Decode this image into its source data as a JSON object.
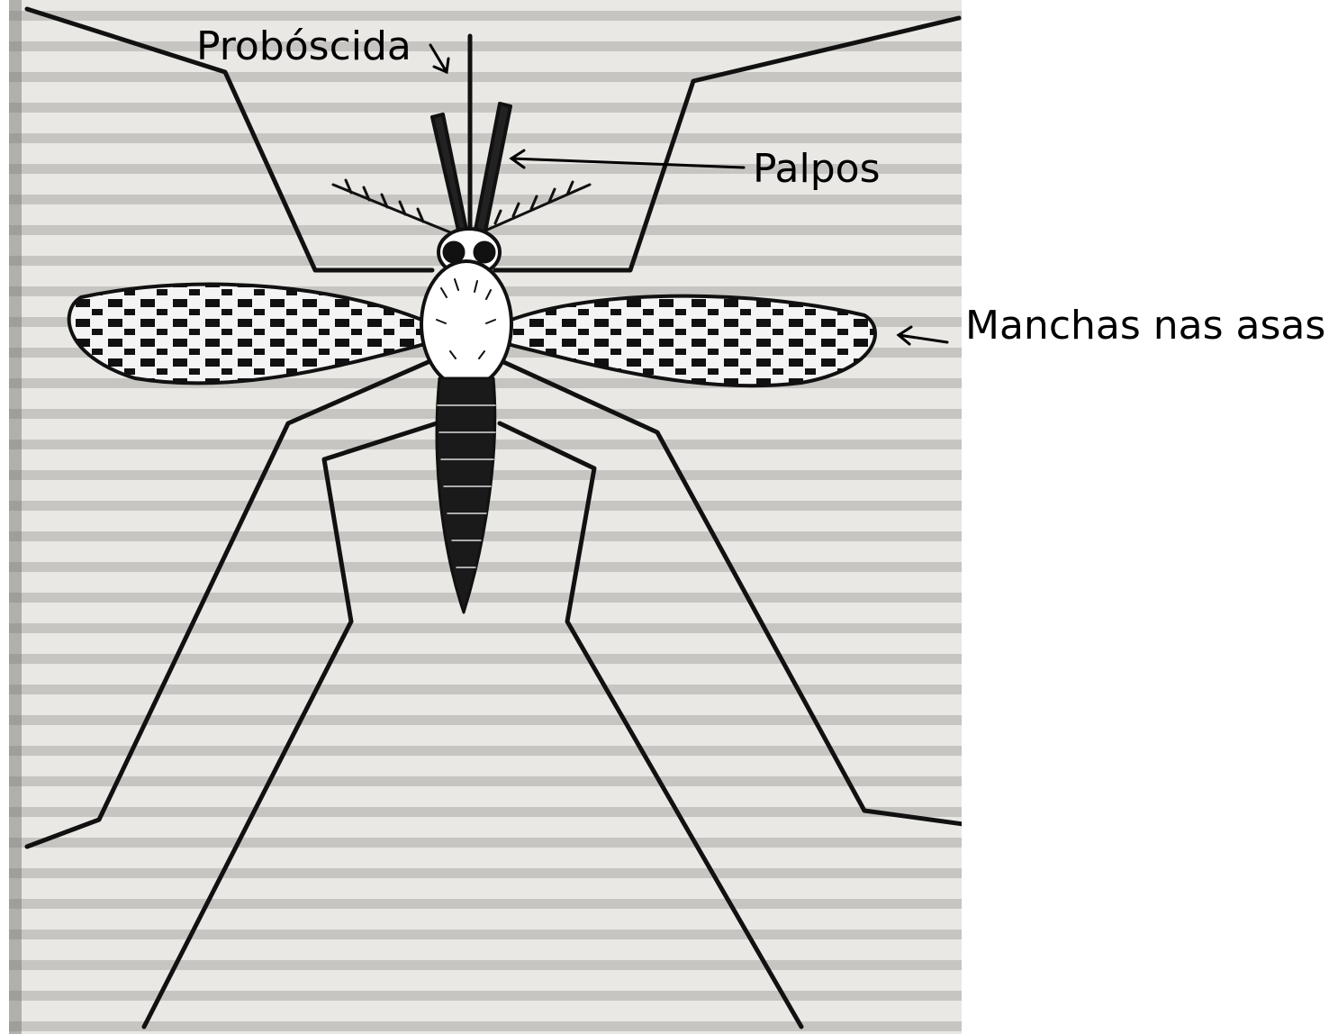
{
  "labels": {
    "proboscis": "Probóscida",
    "palps": "Palpos",
    "wing_spots": "Manchas nas asas"
  },
  "colors": {
    "page_background": "#e9e8e4",
    "ink": "#111111",
    "text_ghost": "#8d8b87"
  }
}
